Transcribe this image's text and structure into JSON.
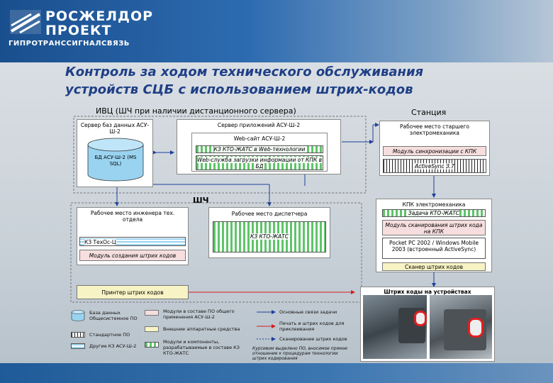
{
  "header": {
    "logo_line1": "РОСЖЕЛДОР",
    "logo_line2": "ПРОЕКТ",
    "subtitle": "ГИПРОТРАНССИГНАЛСВЯЗЬ"
  },
  "title_line1": "Контроль за ходом технического обслуживания",
  "title_line2": "устройств СЦБ с использованием штрих-кодов",
  "sections": {
    "ivc": "ИВЦ (ШЧ при наличии дистанционного сервера)",
    "station": "Станция",
    "shch": "ШЧ"
  },
  "boxes": {
    "db_server": "Сервер баз данных АСУ-Ш-2",
    "db_cyl": "БД АСУ-Ш-2 (MS SQL)",
    "app_server": "Сервер приложений АСУ-Ш-2",
    "website": "Web-сайт АСУ-Ш-2",
    "kz_web": "КЗ КТО-ЖАТС в Web-технологии",
    "web_service": "Web-служба загрузки информации от КПК в БД",
    "senior_ws": "Рабочее место старшего электромеханика",
    "sync_module": "Модуль синхронизации с КПК",
    "activesync": "ActiveSync 3.7",
    "engineer_ws": "Рабочее место инженера тех. отдела",
    "kz_tehoc": "КЗ ТехОс-Ц",
    "barcode_module": "Модуль создания штрих кодов",
    "printer": "Принтер штрих кодов",
    "dispatcher_ws": "Рабочее место диспетчера",
    "kz_kto": "КЗ КТО-ЖАТС",
    "kpk": "КПК электромеханика",
    "kto_task": "Задача КТО-ЖАТС",
    "scan_module": "Модуль сканирования штрих кода на КПК",
    "pocket_pc": "Pocket PC 2002 / Windows Mobile 2003 (встроенный ActiveSync)",
    "scanner": "Сканер штрих кодов",
    "barcodes_on_devices": "Штрих коды на устройствах"
  },
  "legend": {
    "db_shared": "База данных Общесистемное ПО",
    "std_po": "Стандартное ПО",
    "other_ki": "Другие КЗ АСУ-Ш-2",
    "modules_shared": "Модули в составе ПО общего применения АСУ-Ш-2",
    "external": "Внешние аппаратные средства",
    "modules_new": "Модули и компоненты, разрабатываемые в составе КЗ КТО-ЖАТС",
    "info_links": "Основные связи задачи",
    "print_links": "Печать и штрих кодов для приклеивания",
    "scan_links": "Сканирование штрих кодов",
    "note": "Курсивом выделено ПО, вносимое прямое отношение к процедурам технологии штрих кодирования"
  },
  "colors": {
    "title": "#1f3f86",
    "green": "#5fc46a",
    "pink": "#f6dede",
    "yellow": "#f7f3c4",
    "cylinder": "#9ad3f0",
    "arrow_blue": "#1f3f9a",
    "arrow_red": "#d01f1f"
  }
}
